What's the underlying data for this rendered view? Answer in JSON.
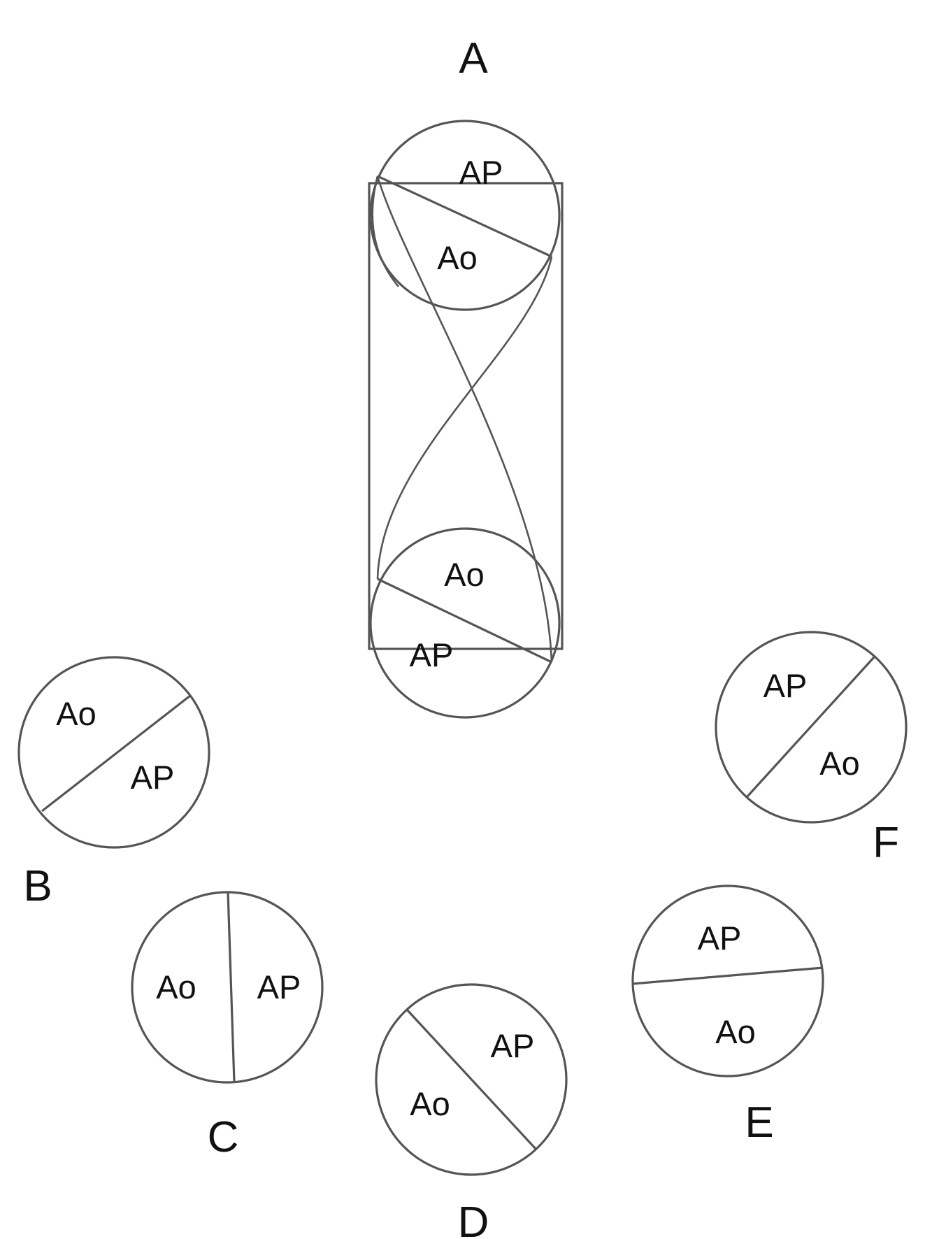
{
  "diagram": {
    "stroke_color": "#555555",
    "text_color": "#111111",
    "panels": [
      {
        "id": "A",
        "label": "A",
        "top_labels": [
          "AP",
          "Ao"
        ],
        "bottom_labels": [
          "Ao",
          "AP"
        ]
      },
      {
        "id": "B",
        "label": "B",
        "regions": [
          "Ao",
          "AP"
        ]
      },
      {
        "id": "C",
        "label": "C",
        "regions": [
          "Ao",
          "AP"
        ]
      },
      {
        "id": "D",
        "label": "D",
        "regions": [
          "AP",
          "Ao"
        ]
      },
      {
        "id": "E",
        "label": "E",
        "regions": [
          "AP",
          "Ao"
        ]
      },
      {
        "id": "F",
        "label": "F",
        "regions": [
          "AP",
          "Ao"
        ]
      }
    ]
  }
}
